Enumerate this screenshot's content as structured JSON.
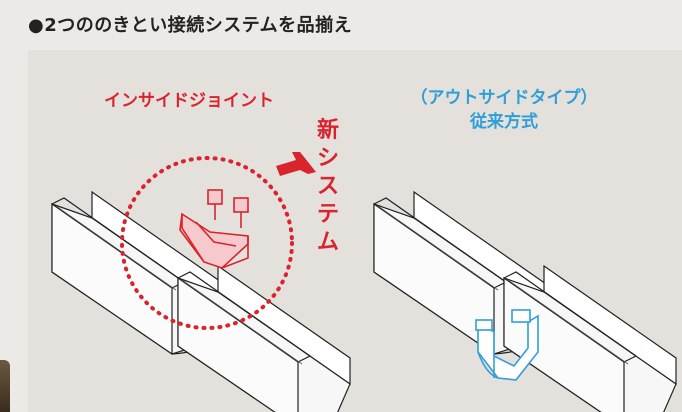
{
  "heading": "●2つののきとい接続システムを品揃え",
  "inside_system": {
    "label": "インサイドジョイント",
    "badge_chars": [
      "新",
      "シ",
      "ス",
      "テ",
      "ム"
    ]
  },
  "outside_system": {
    "label_line1": "（アウトサイドタイプ）",
    "label_line2": "従来方式"
  },
  "colors": {
    "accent_red": "#d9242e",
    "accent_blue": "#2f9fd8",
    "panel_bg": "#e4e0dc",
    "gutter_stroke": "#222222"
  }
}
